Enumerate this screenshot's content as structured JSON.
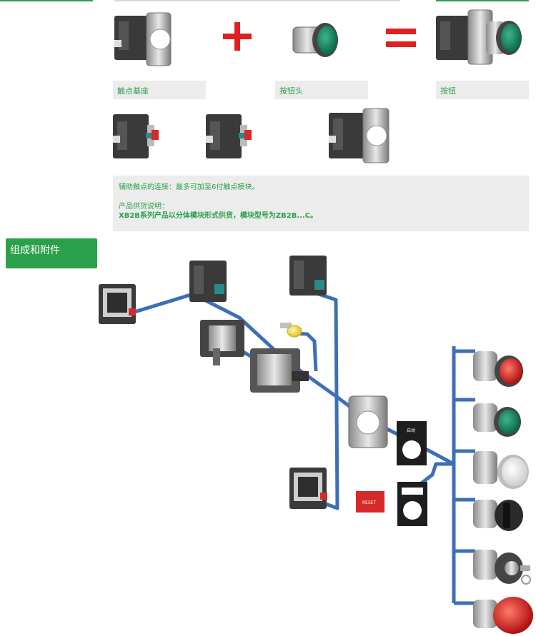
{
  "labels": {
    "contact_base": "触点基座",
    "button_head": "按钮头",
    "button": "按钮"
  },
  "note": {
    "line1": "辅助触点的连接：最多可加至6付触点模块。",
    "line2": "产品供货说明：",
    "line3": "XB2B系列产品以分体模块形式供货，模块型号为ZB2B...C。"
  },
  "section": {
    "title": "组成和附件"
  },
  "legend_plate": {
    "text": "启动"
  },
  "reset_plate": {
    "text": "RESET"
  },
  "colors": {
    "accent_green": "#2aa04a",
    "line_blue": "#3d6fb8",
    "operator_red": "#d42a2a",
    "symbol_red": "#e02020"
  }
}
